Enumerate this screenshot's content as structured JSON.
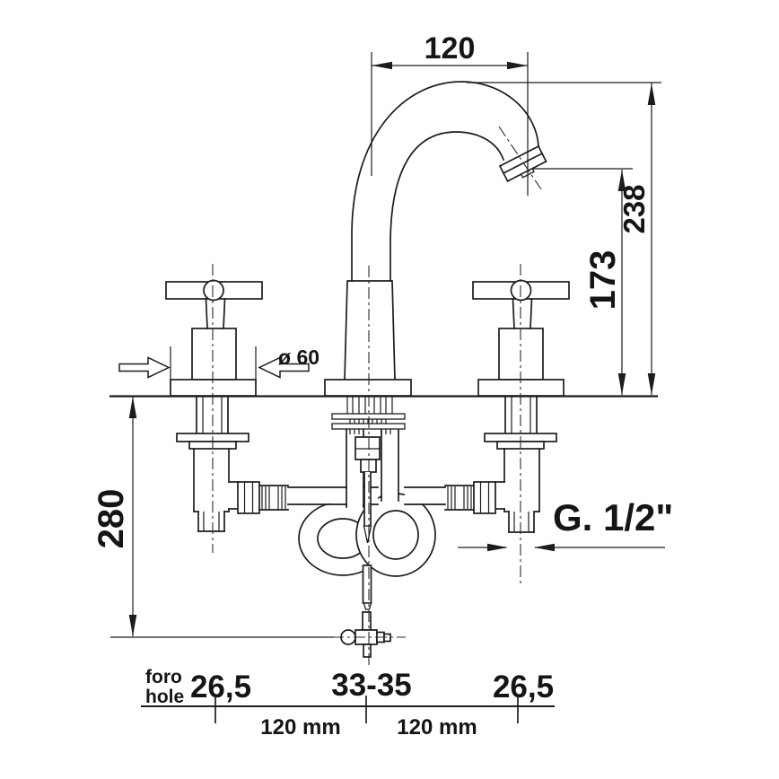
{
  "colors": {
    "line": "#1c1c1c",
    "background": "#ffffff"
  },
  "dims": {
    "spout_reach": "120",
    "height_total": "238",
    "height_outlet": "173",
    "base_dia": "ø 60",
    "depth_below": "280",
    "thread": "G. 1/2\""
  },
  "hole_table": {
    "label_it": "foro",
    "label_en": "hole",
    "sizes": [
      "26,5",
      "33-35",
      "26,5"
    ],
    "spacings": [
      "120 mm",
      "120 mm"
    ]
  }
}
